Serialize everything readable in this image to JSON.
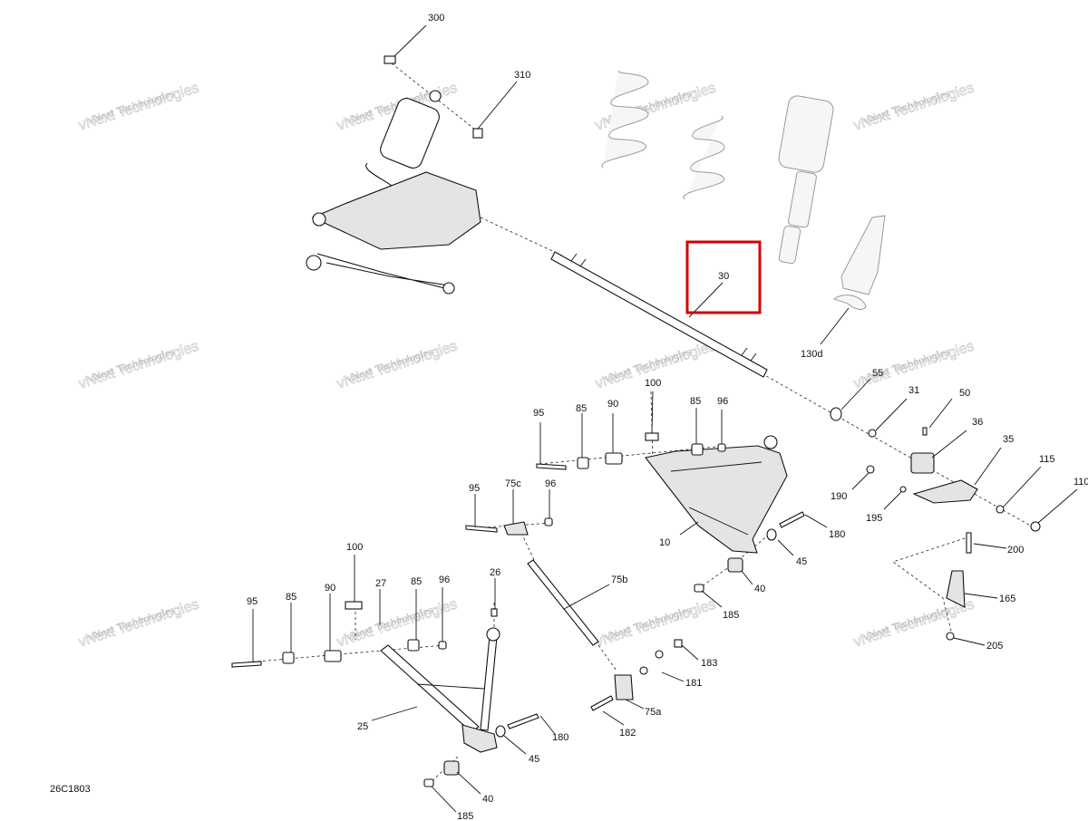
{
  "diagram_code": "26C1803",
  "watermark": {
    "line1": "vNext Technologies",
    "line2": "vNext Technologies"
  },
  "highlight_color": "#d40000",
  "highlighted_part": "30",
  "callouts": {
    "c300": "300",
    "c310": "310",
    "c30": "30",
    "c130d": "130d",
    "c55": "55",
    "c31": "31",
    "c50": "50",
    "c36": "36",
    "c35": "35",
    "c115": "115",
    "c110": "110",
    "c190": "190",
    "c195": "195",
    "c180a": "180",
    "c45a": "45",
    "c10": "10",
    "c40a": "40",
    "c185a": "185",
    "c200": "200",
    "c165": "165",
    "c205": "205",
    "c95a": "95",
    "c85a": "85",
    "c90a": "90",
    "c100a": "100",
    "c85b": "85",
    "c96a": "96",
    "c95b": "95",
    "c75c": "75c",
    "c96b": "96",
    "c75b": "75b",
    "c183": "183",
    "c181": "181",
    "c75a": "75a",
    "c182": "182",
    "c100b": "100",
    "c27": "27",
    "c95c": "95",
    "c85c": "85",
    "c90b": "90",
    "c85d": "85",
    "c96c": "96",
    "c26": "26",
    "c25": "25",
    "c180b": "180",
    "c45b": "45",
    "c40b": "40",
    "c185b": "185"
  }
}
